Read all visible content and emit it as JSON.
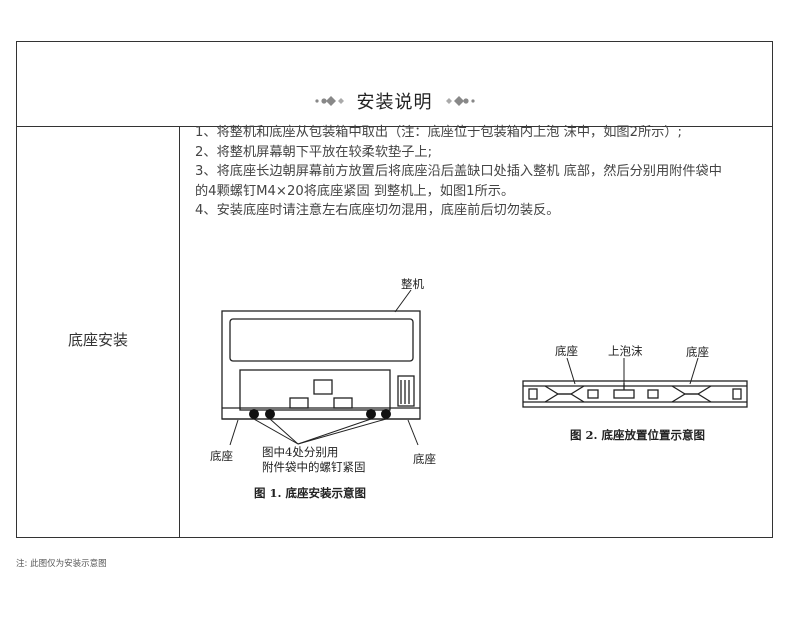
{
  "header": {
    "title": "安装说明"
  },
  "section": {
    "label": "底座安装"
  },
  "instructions": [
    "1、将整机和底座从包装箱中取出（注：底座位于包装箱内上泡 沫中，如图2所示）;",
    "2、将整机屏幕朝下平放在较柔软垫子上;",
    "3、将底座长边朝屏幕前方放置后将底座沿后盖缺口处插入整机 底部，然后分别用附件袋中的4颗螺钉M4×20将底座紧固 到整机上，如图1所示。",
    "4、安装底座时请注意左右底座切勿混用，底座前后切勿装反。"
  ],
  "figure1": {
    "label_unit": "整机",
    "label_base_left": "底座",
    "label_base_right": "底座",
    "label_screws_line1": "图中4处分别用",
    "label_screws_line2": "附件袋中的螺钉紧固",
    "caption": "图 1. 底座安装示意图"
  },
  "figure2": {
    "label_base_left": "底座",
    "label_foam": "上泡沫",
    "label_base_right": "底座",
    "caption": "图 2. 底座放置位置示意图"
  },
  "footnote": "注: 此图仅为安装示意图"
}
